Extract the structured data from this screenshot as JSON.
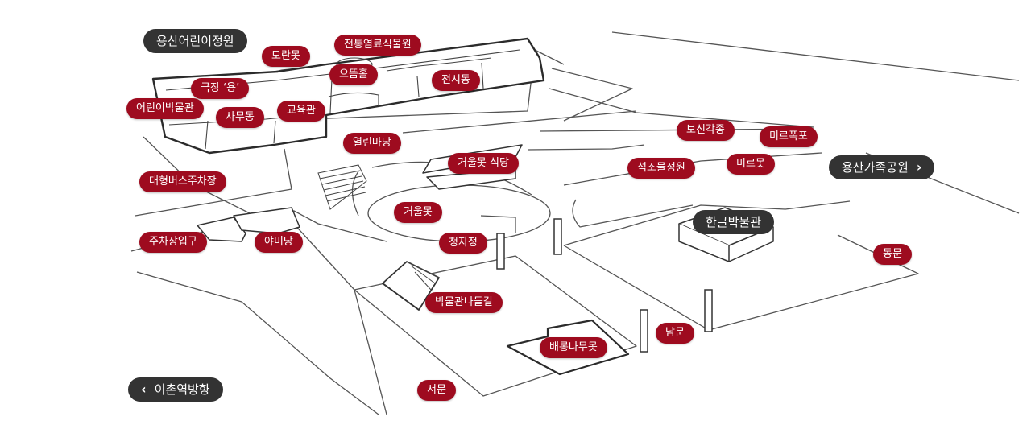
{
  "map": {
    "area_labels": {
      "children_garden": "용산어린이정원",
      "hangeul_museum": "한글박물관"
    },
    "nav": {
      "right_label": "용산가족공원",
      "right_icon": "chevron-right-icon",
      "left_label": "이촌역방향",
      "left_icon": "chevron-left-icon"
    },
    "places": {
      "moranmot": "모란못",
      "dyed_plant_garden": "전통염료식물원",
      "eutteumhol": "으뜸홀",
      "theater_yong": "극장 ‘용’",
      "exhibition_hall": "전시동",
      "children_museum": "어린이박물관",
      "office": "사무동",
      "education": "교육관",
      "yeollin_madang": "열린마당",
      "bosingakjong": "보신각종",
      "mireu_pokpo": "미르폭포",
      "mireumot": "미르못",
      "geoulmot_restaurant": "거울못 식당",
      "stone_garden": "석조물정원",
      "bus_parking": "대형버스주차장",
      "geoulmot": "거울못",
      "parking_entrance": "주차장입구",
      "yamidang": "야미당",
      "cheongjajeong": "청자정",
      "east_gate": "동문",
      "museum_road": "박물관나들길",
      "south_gate": "남문",
      "baerong_namumot": "배롱나무못",
      "west_gate": "서문"
    },
    "colors": {
      "pin": "#9e0b1f",
      "label_dark": "#333333",
      "lines": "#333333",
      "background": "#ffffff"
    }
  }
}
